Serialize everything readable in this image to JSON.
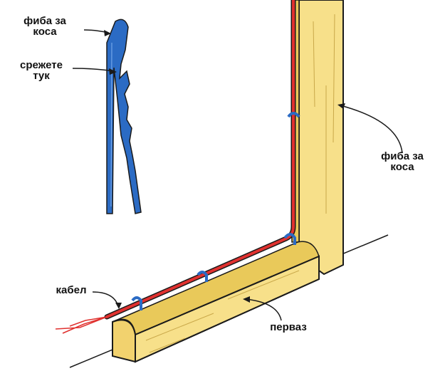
{
  "labels": {
    "hairpin_top": {
      "line1": "фиба за",
      "line2": "коса"
    },
    "cut_here": {
      "line1": "срежете",
      "line2": "тук"
    },
    "hairpin_right": {
      "line1": "фиба за",
      "line2": "коса"
    },
    "cable": "кабел",
    "baseboard": "перваз"
  },
  "colors": {
    "wood": "#f7e08a",
    "wood_dark": "#e9c95a",
    "cable": "#e0312f",
    "hairpin": "#2b6bc4",
    "outline": "#1a1a1a"
  }
}
